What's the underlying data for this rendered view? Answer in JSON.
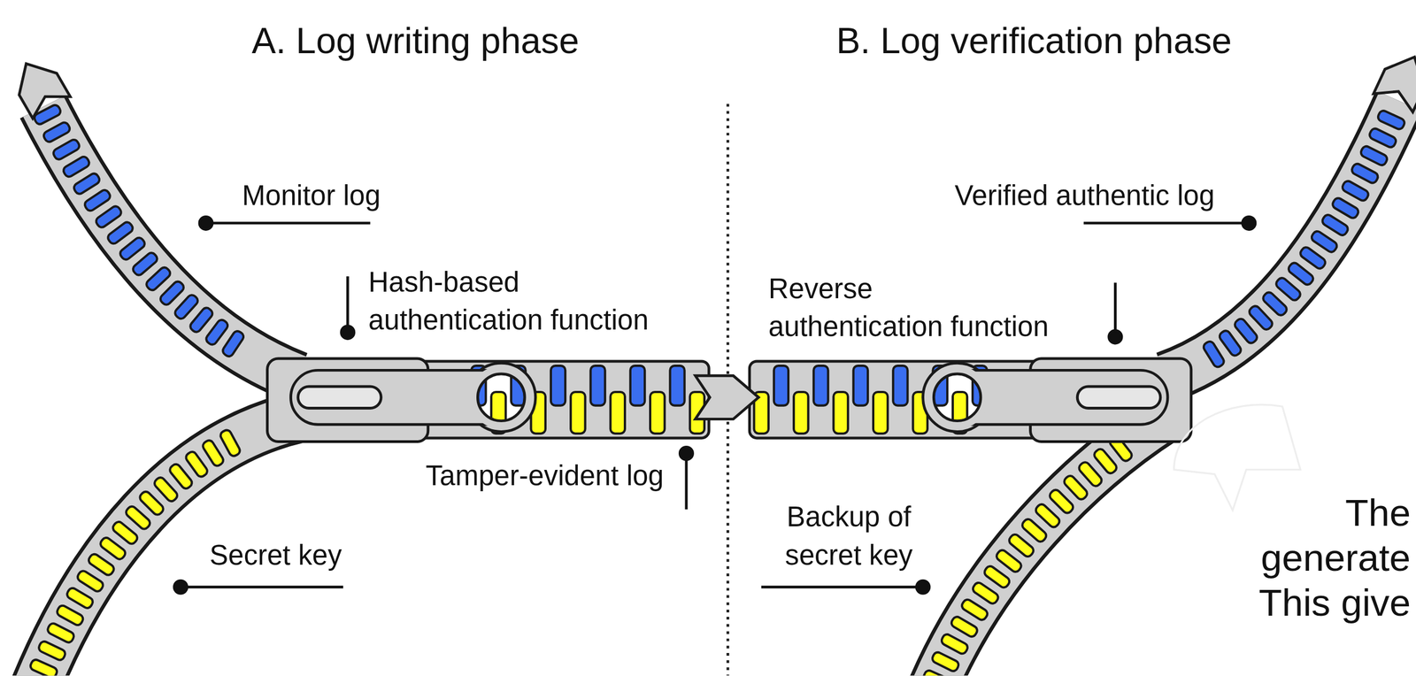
{
  "diagram": {
    "labels": [
      "A. Log writing phase",
      "B. Log verification phase",
      "Monitor log",
      "Hash-based authentication function",
      "Tamper-evident log",
      "Secret key",
      "Verified authentic log",
      "Reverse authentication function",
      "Backup of secret key",
      "The",
      "generate",
      "This give"
    ]
  }
}
